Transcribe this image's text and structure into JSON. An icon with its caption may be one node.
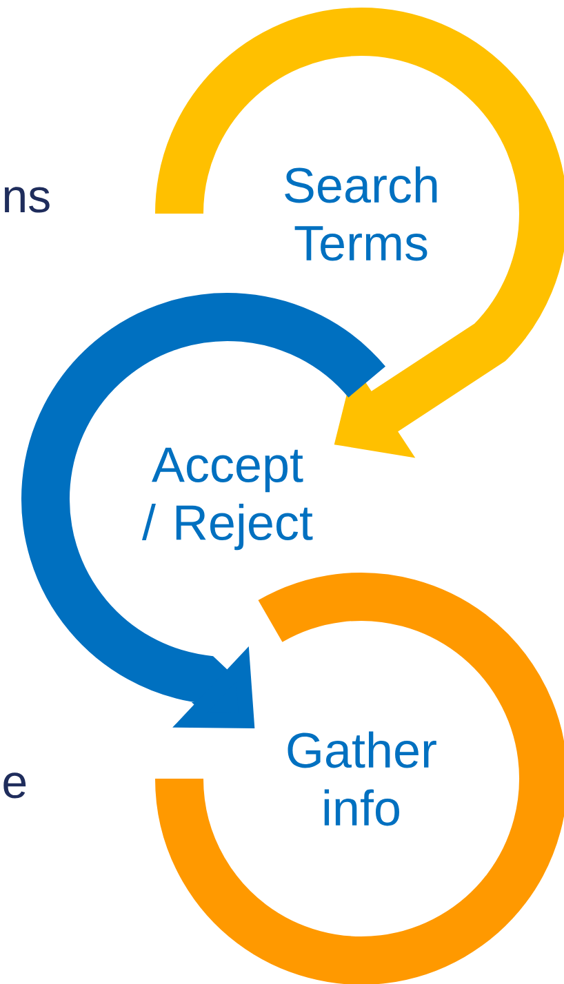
{
  "diagram": {
    "nodes": [
      {
        "text": [
          "Search Terms"
        ]
      },
      {
        "text": [
          "Accept / Reject"
        ]
      },
      {
        "text": [
          "Gather info"
        ]
      }
    ],
    "edges": [
      {
        "from": 0,
        "to": 1,
        "arrow": "to",
        "color": "#ffc000"
      },
      {
        "from": 1,
        "to": 2,
        "arrow": "to",
        "color": "#0070c0"
      }
    ],
    "labels": [
      "ns",
      "e"
    ]
  }
}
